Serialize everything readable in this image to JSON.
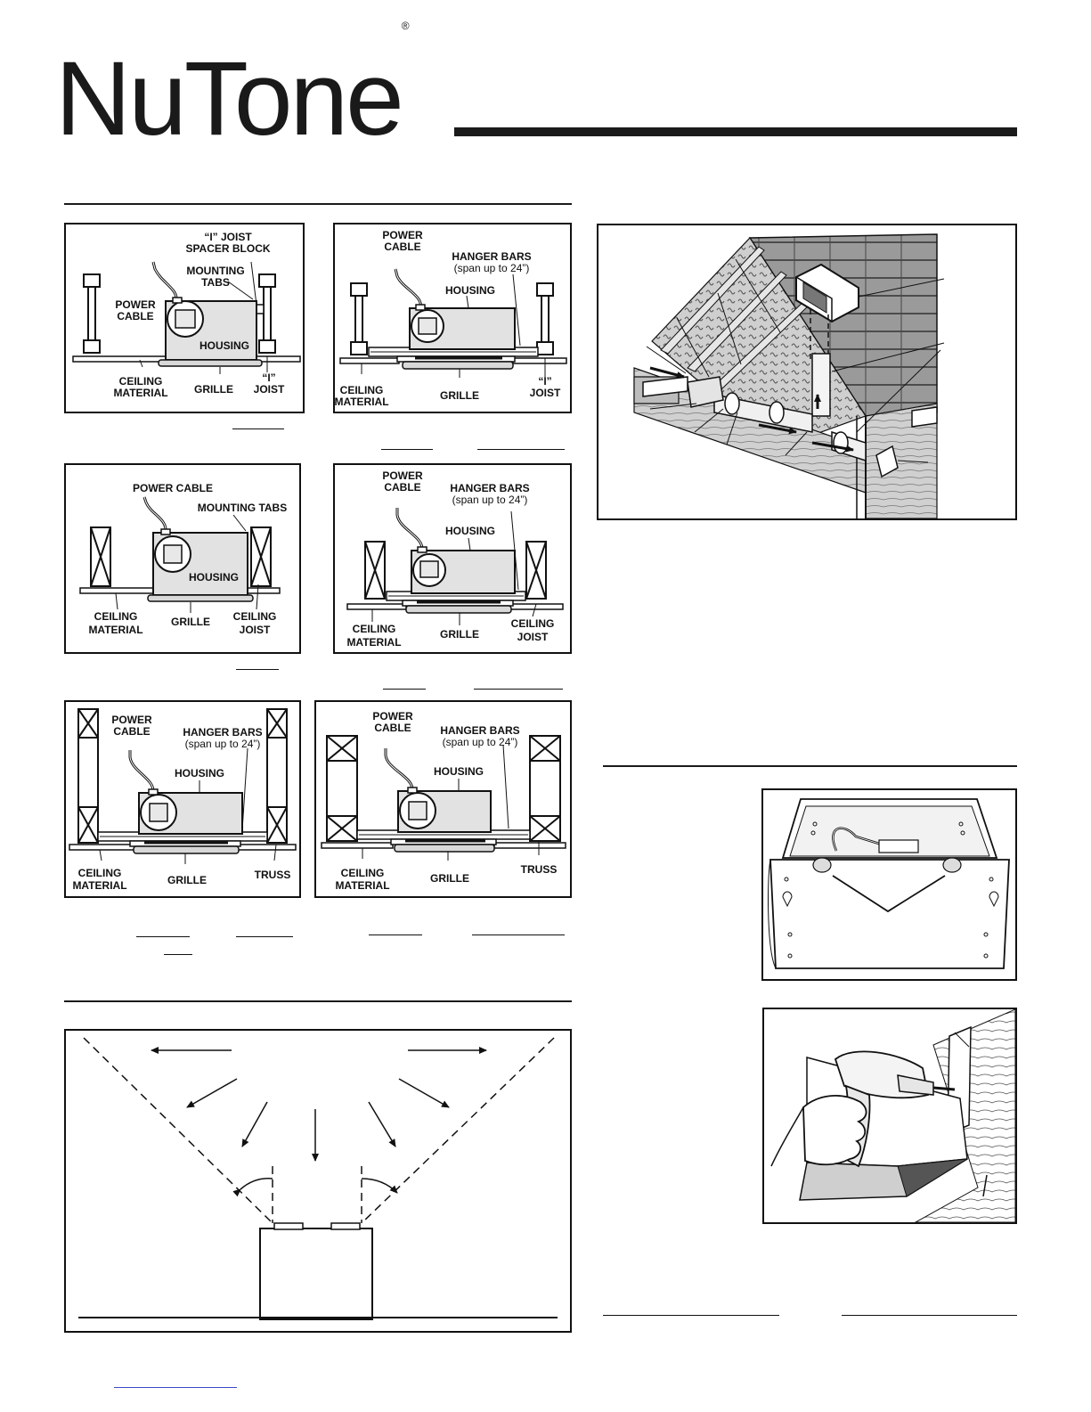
{
  "brand": {
    "name": "NuTone",
    "reg_mark": "®"
  },
  "figures": {
    "fig_i_joist_tabs": {
      "spacer_block": [
        "“I” JOIST",
        "SPACER BLOCK"
      ],
      "mounting_tabs": [
        "MOUNTING",
        "TABS"
      ],
      "power_cable": [
        "POWER",
        "CABLE"
      ],
      "housing": "HOUSING",
      "ceiling_material": [
        "CEILING",
        "MATERIAL"
      ],
      "grille": "GRILLE",
      "i_joist": [
        "“I”",
        "JOIST"
      ]
    },
    "fig_i_joist_hangers": {
      "power_cable": [
        "POWER",
        "CABLE"
      ],
      "hanger_bars": [
        "HANGER BARS",
        "(span up to 24”)"
      ],
      "housing": "HOUSING",
      "ceiling_material": [
        "CEILING",
        "MATERIAL"
      ],
      "grille": "GRILLE",
      "i_joist": [
        "“I”",
        "JOIST"
      ]
    },
    "fig_joist_tabs": {
      "power_cable": "POWER CABLE",
      "mounting_tabs": "MOUNTING TABS",
      "housing": "HOUSING",
      "ceiling_material": [
        "CEILING",
        "MATERIAL"
      ],
      "grille": "GRILLE",
      "ceiling_joist": [
        "CEILING",
        "JOIST"
      ]
    },
    "fig_joist_hangers": {
      "power_cable": [
        "POWER",
        "CABLE"
      ],
      "hanger_bars": [
        "HANGER BARS",
        "(span up to 24”)"
      ],
      "housing": "HOUSING",
      "ceiling_material": [
        "CEILING",
        "MATERIAL"
      ],
      "grille": "GRILLE",
      "ceiling_joist": [
        "CEILING",
        "JOIST"
      ]
    },
    "fig_truss_a": {
      "power_cable": [
        "POWER",
        "CABLE"
      ],
      "hanger_bars": [
        "HANGER BARS",
        "(span up to 24”)"
      ],
      "housing": "HOUSING",
      "ceiling_material": [
        "CEILING",
        "MATERIAL"
      ],
      "grille": "GRILLE",
      "truss": "TRUSS"
    },
    "fig_truss_b": {
      "power_cable": [
        "POWER",
        "CABLE"
      ],
      "hanger_bars": [
        "HANGER BARS",
        "(span up to 24”)"
      ],
      "housing": "HOUSING",
      "ceiling_material": [
        "CEILING",
        "MATERIAL"
      ],
      "grille": "GRILLE",
      "truss": "TRUSS"
    }
  }
}
